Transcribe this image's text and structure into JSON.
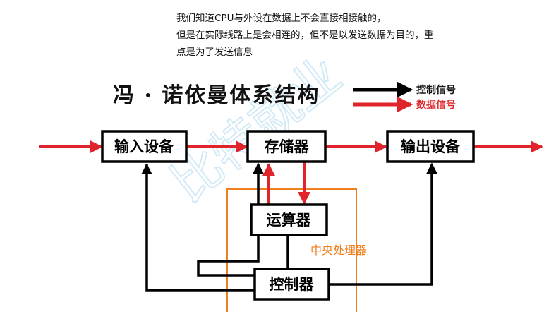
{
  "note": {
    "line1": "我们知道CPU与外设在数据上不会直接相接触的，",
    "line2": "但是在实际线路上是会相连的，但不是以发送数据为目的，重",
    "line3": "点是为了发送信息"
  },
  "diagram": {
    "title": "冯 · 诺依曼体系结构",
    "legend": {
      "control_label": "控制信号",
      "data_label": "数据信号"
    },
    "boxes": {
      "input": "输入设备",
      "memory": "存储器",
      "output": "输出设备",
      "alu": "运算器",
      "controller": "控制器"
    },
    "cpu_label": "中央处理器",
    "watermark": "比特就业",
    "colors": {
      "control": "#000000",
      "data": "#e0242b",
      "cpu_border": "#f07f1e"
    }
  }
}
